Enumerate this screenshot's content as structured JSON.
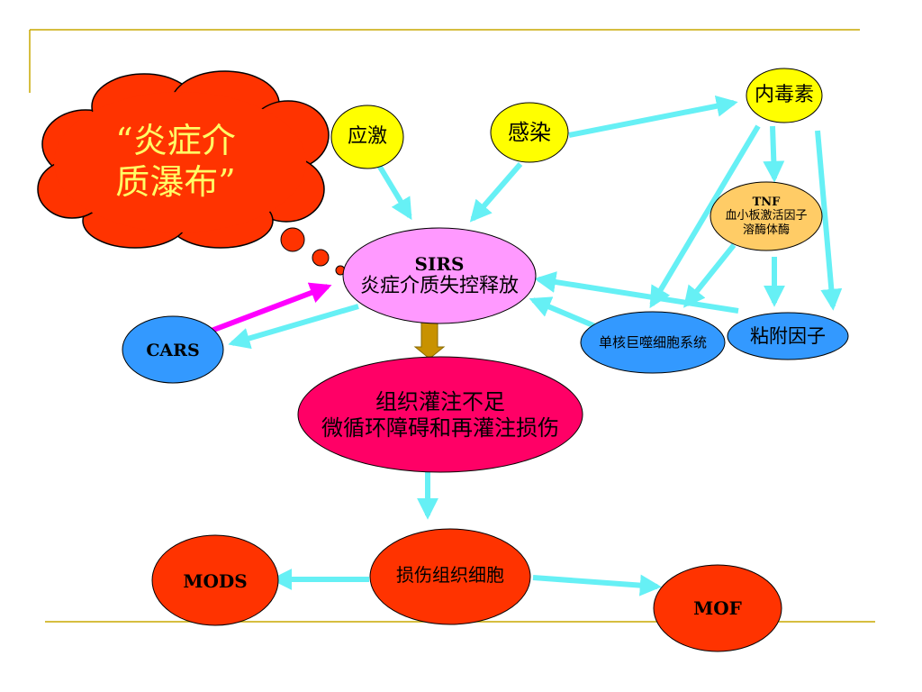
{
  "colors": {
    "arrow": "#66f0f5",
    "magenta_arrow": "#ff00ff",
    "frame_line": "#c8a800",
    "cloud": "#ff3300",
    "cloud_text": "#ffff66",
    "yellow_node": "#ffff00",
    "pink_node": "#ff99ff",
    "blue_node": "#3399ff",
    "orange_node": "#ffcc66",
    "crimson_node": "#ff0066",
    "red_node": "#ff3300",
    "brown_arrow": "#c89200"
  },
  "cloud": {
    "line1": "“炎症介",
    "line2": "质瀑布”"
  },
  "nodes": {
    "stress": "应激",
    "infection": "感染",
    "endotoxin": "内毒素",
    "mediators": {
      "line1": "TNF",
      "line2": "血小板激活因子",
      "line3": "溶酶体酶"
    },
    "sirs": {
      "line1": "SIRS",
      "line2": "炎症介质失控释放"
    },
    "cars": "CARS",
    "macrophage": "单核巨噬细胞系统",
    "adhesion": "粘附因子",
    "perfusion": {
      "line1": "组织灌注不足",
      "line2": "微循环障碍和再灌注损伤"
    },
    "injury": "损伤组织细胞",
    "mods": "MODS",
    "mof": "MOF"
  }
}
